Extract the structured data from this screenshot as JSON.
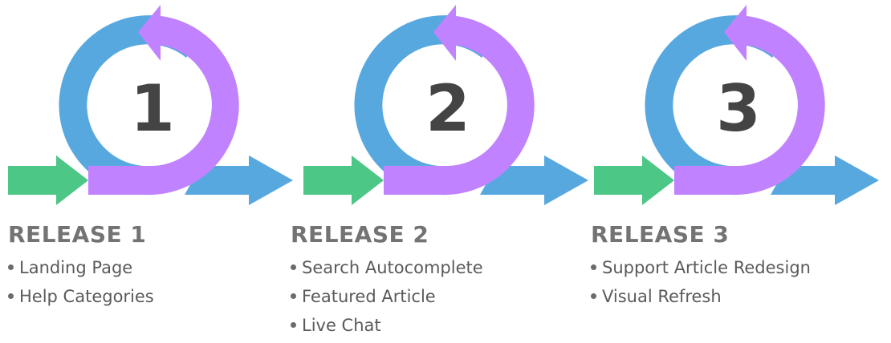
{
  "colors": {
    "green": "#4cc786",
    "blue": "#58a8e0",
    "purple": "#c182ff",
    "number": "#444444",
    "title": "#737373",
    "text": "#5a5a5a"
  },
  "releases": [
    {
      "number": "1",
      "title": "RELEASE 1",
      "items": [
        "Landing Page",
        "Help Categories"
      ]
    },
    {
      "number": "2",
      "title": "RELEASE 2",
      "items": [
        "Search Autocomplete",
        "Featured Article",
        "Live Chat"
      ]
    },
    {
      "number": "3",
      "title": "RELEASE 3",
      "items": [
        "Support Article Redesign",
        "Visual Refresh"
      ]
    }
  ]
}
